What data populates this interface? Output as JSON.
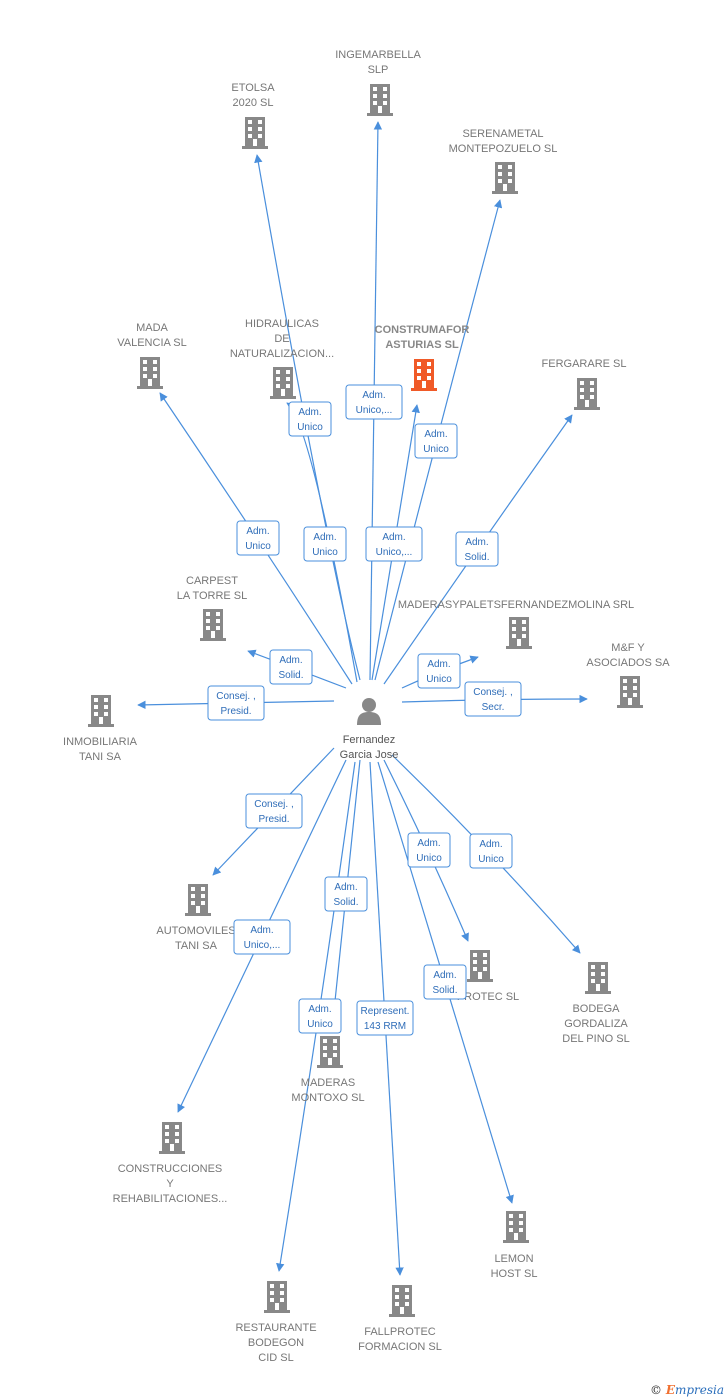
{
  "center": {
    "name_lines": [
      "Fernandez",
      "Garcia Jose"
    ],
    "icon": "person-icon"
  },
  "colors": {
    "edge": "#4a8fdc",
    "building": "#888888",
    "focus_building": "#f05a28",
    "label": "#777777"
  },
  "companies": [
    {
      "id": "ingemarbella",
      "lines": [
        "INGEMARBELLA",
        "SLP"
      ],
      "icon": "building-icon"
    },
    {
      "id": "etolsa",
      "lines": [
        "ETOLSA",
        "2020 SL"
      ],
      "icon": "building-icon"
    },
    {
      "id": "serenametal",
      "lines": [
        "SERENAMETAL",
        "MONTEPOZUELO SL"
      ],
      "icon": "building-icon"
    },
    {
      "id": "mada",
      "lines": [
        "MADA",
        "VALENCIA SL"
      ],
      "icon": "building-icon"
    },
    {
      "id": "hidraulicas",
      "lines": [
        "HIDRAULICAS",
        "DE",
        "NATURALIZACION..."
      ],
      "icon": "building-icon"
    },
    {
      "id": "construmafor",
      "lines": [
        "CONSTRUMAFOR",
        "ASTURIAS  SL"
      ],
      "icon": "building-icon",
      "focus": true
    },
    {
      "id": "fergarare",
      "lines": [
        "FERGARARE SL"
      ],
      "icon": "building-icon"
    },
    {
      "id": "carpest",
      "lines": [
        "CARPEST",
        "LA TORRE  SL"
      ],
      "icon": "building-icon"
    },
    {
      "id": "maderasypalets",
      "lines": [
        "MADERASYPALETSFERNANDEZMOLINA SRL"
      ],
      "icon": "building-icon"
    },
    {
      "id": "mf",
      "lines": [
        "M&F Y",
        "ASOCIADOS SA"
      ],
      "icon": "building-icon"
    },
    {
      "id": "inmobiliaria",
      "lines": [
        "INMOBILIARIA",
        "TANI SA"
      ],
      "icon": "building-icon"
    },
    {
      "id": "automoviles",
      "lines": [
        "AUTOMOVILES",
        "TANI SA"
      ],
      "icon": "building-icon"
    },
    {
      "id": "protec",
      "lines": [
        "PROTEC SL"
      ],
      "icon": "building-icon"
    },
    {
      "id": "bodega",
      "lines": [
        "BODEGA",
        "GORDALIZA",
        "DEL PINO SL"
      ],
      "icon": "building-icon"
    },
    {
      "id": "maderas_montoxo",
      "lines": [
        "MADERAS",
        "MONTOXO  SL"
      ],
      "icon": "building-icon"
    },
    {
      "id": "construcciones",
      "lines": [
        "CONSTRUCCIONES",
        "Y",
        "REHABILITACIONES..."
      ],
      "icon": "building-icon"
    },
    {
      "id": "lemon",
      "lines": [
        "LEMON",
        "HOST  SL"
      ],
      "icon": "building-icon"
    },
    {
      "id": "restaurante",
      "lines": [
        "RESTAURANTE",
        "BODEGON",
        "CID SL"
      ],
      "icon": "building-icon"
    },
    {
      "id": "fallprotec",
      "lines": [
        "FALLPROTEC",
        "FORMACION SL"
      ],
      "icon": "building-icon"
    }
  ],
  "roles": [
    {
      "target": "ingemarbella",
      "lines": [
        "Adm.",
        "Unico,..."
      ]
    },
    {
      "target": "etolsa",
      "lines": [
        "Adm.",
        "Unico"
      ]
    },
    {
      "target": "serenametal",
      "lines": [
        "Adm.",
        "Unico"
      ]
    },
    {
      "target": "mada",
      "lines": [
        "Adm.",
        "Unico"
      ]
    },
    {
      "target": "hidraulicas",
      "lines": [
        "Adm.",
        "Unico"
      ]
    },
    {
      "target": "construmafor",
      "lines": [
        "Adm.",
        "Unico,..."
      ]
    },
    {
      "target": "fergarare",
      "lines": [
        "Adm.",
        "Solid."
      ]
    },
    {
      "target": "carpest",
      "lines": [
        "Adm.",
        "Solid."
      ]
    },
    {
      "target": "maderasypalets",
      "lines": [
        "Adm.",
        "Unico"
      ]
    },
    {
      "target": "mf",
      "lines": [
        "Consej. ,",
        "Secr."
      ]
    },
    {
      "target": "inmobiliaria",
      "lines": [
        "Consej. ,",
        "Presid."
      ]
    },
    {
      "target": "automoviles",
      "lines": [
        "Consej. ,",
        "Presid."
      ]
    },
    {
      "target": "protec",
      "lines": [
        "Adm.",
        "Unico"
      ]
    },
    {
      "target": "bodega",
      "lines": [
        "Adm.",
        "Unico"
      ]
    },
    {
      "target": "maderas_montoxo",
      "lines": [
        "Adm.",
        "Solid."
      ]
    },
    {
      "target": "construcciones",
      "lines": [
        "Adm.",
        "Unico,..."
      ]
    },
    {
      "target": "lemon",
      "lines": [
        "Adm.",
        "Solid."
      ]
    },
    {
      "target": "restaurante",
      "lines": [
        "Adm.",
        "Unico"
      ]
    },
    {
      "target": "fallprotec",
      "lines": [
        "Represent.",
        "143 RRM"
      ]
    }
  ],
  "footer": {
    "copyright_symbol": "©",
    "brand_first": "E",
    "brand_rest": "mpresia"
  }
}
